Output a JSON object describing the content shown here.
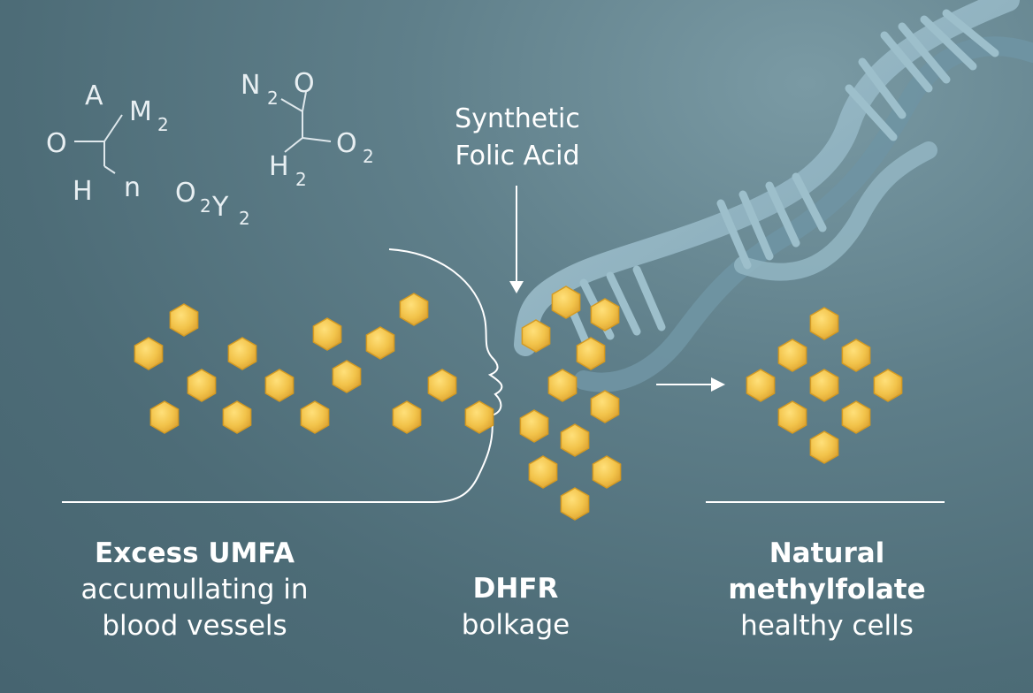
{
  "chemistry": {
    "formula_a": {
      "top": "A",
      "right": "M",
      "right_sub": "2",
      "left": "O",
      "bottom_left": "H",
      "bottom_right": "n"
    },
    "formula_b": {
      "left": "O",
      "left_sub": "2",
      "right": "Y",
      "right_sub": "2"
    },
    "formula_c": {
      "top_left": "N",
      "top_left_sub": "2",
      "top_right": "O",
      "right": "O",
      "right_sub": "2",
      "bottom": "H",
      "bottom_sub": "2"
    }
  },
  "callout": {
    "line1": "Synthetic",
    "line2": "Folic Acid"
  },
  "sections": {
    "umfa": {
      "title": "Excess UMFA",
      "line1": "accumullating in",
      "line2": "blood vessels"
    },
    "dhfr": {
      "title": "DHFR",
      "line1": "bolkage"
    },
    "natural": {
      "title": "Natural",
      "title2": "methylfolate",
      "line1": "healthy cells"
    }
  },
  "colors": {
    "hexagon_fill": "#f2c34a",
    "hexagon_edge": "#d49a22",
    "dna_ribbon": "#8fb3c1",
    "line": "#ffffff"
  },
  "icons": [
    "dna-helix-icon",
    "hexagon-molecule-icon",
    "arrow-down-icon",
    "arrow-right-icon",
    "face-profile-icon"
  ]
}
